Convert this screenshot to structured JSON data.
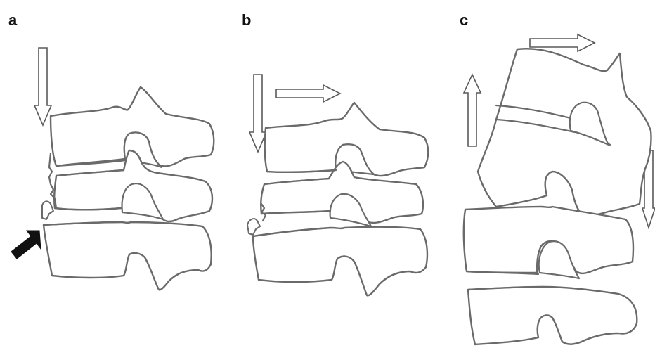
{
  "panels": {
    "a": {
      "label": "a"
    },
    "b": {
      "label": "b"
    },
    "c": {
      "label": "c"
    }
  },
  "colors": {
    "outline": "#6a6a6a",
    "arrow_fill": "#ffffff",
    "solid_arrow": "#111111",
    "background": "#ffffff"
  },
  "icons": {
    "hollow_arrow": "hollow-arrow-icon",
    "solid_arrow": "black-pointer-arrow-icon"
  }
}
